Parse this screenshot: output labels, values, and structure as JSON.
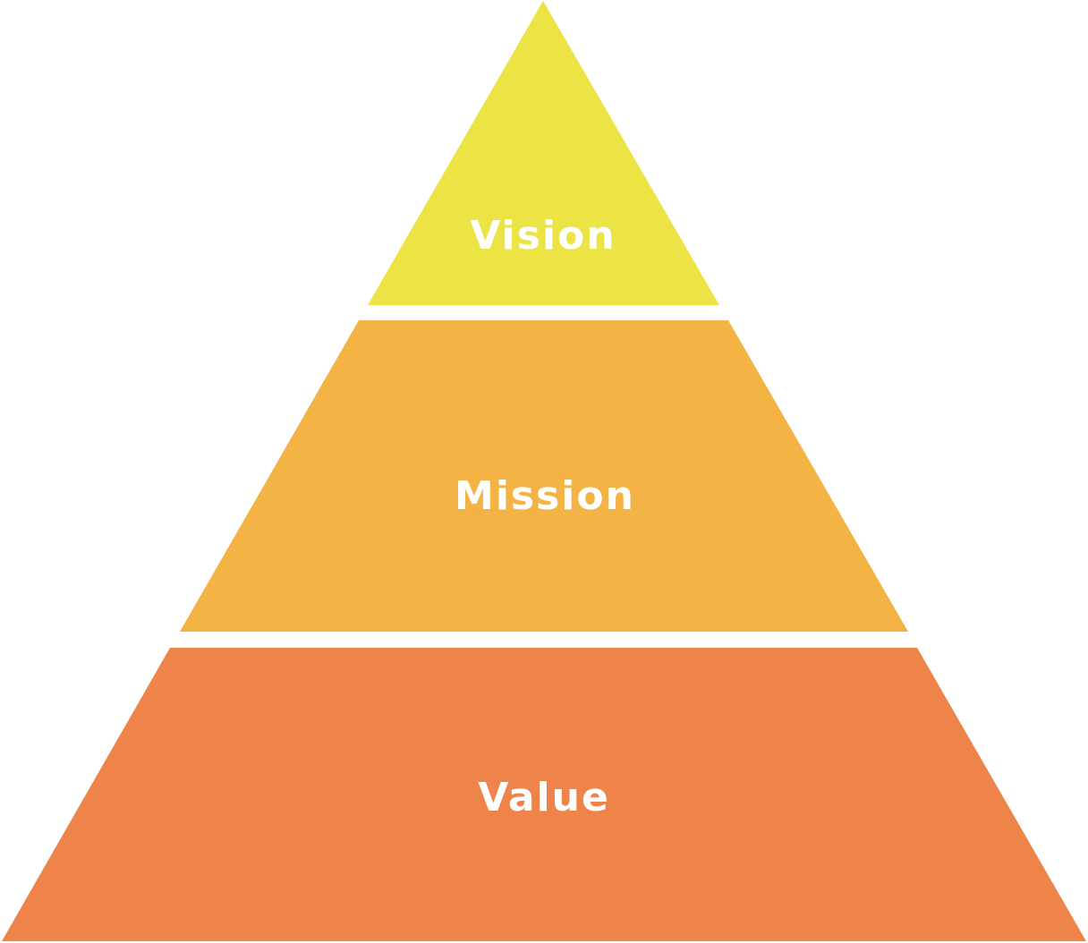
{
  "diagram": {
    "type": "pyramid",
    "tiers": [
      {
        "label": "Vision",
        "color": "#ECE345"
      },
      {
        "label": "Mission",
        "color": "#F4B445"
      },
      {
        "label": "Value",
        "color": "#EF844B"
      }
    ],
    "background": "#ffffff",
    "label_color": "#ffffff"
  }
}
